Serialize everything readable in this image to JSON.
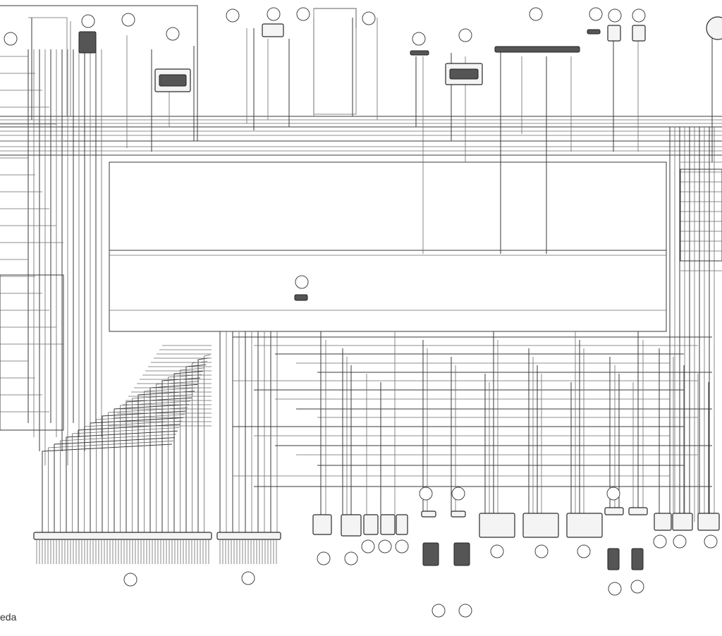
{
  "diagram": {
    "legend_text": "eda",
    "callouts": [
      {
        "id": "c-top-left",
        "label": ""
      },
      {
        "id": "c-top-2",
        "label": ""
      },
      {
        "id": "c-top-3",
        "label": ""
      },
      {
        "id": "c-top-4",
        "label": ""
      },
      {
        "id": "c-top-5",
        "label": ""
      },
      {
        "id": "c-top-6",
        "label": ""
      },
      {
        "id": "c-top-7",
        "label": ""
      },
      {
        "id": "c-top-8",
        "label": ""
      },
      {
        "id": "c-top-9",
        "label": ""
      },
      {
        "id": "c-top-10",
        "label": ""
      },
      {
        "id": "c-top-11",
        "label": ""
      },
      {
        "id": "c-top-12",
        "label": ""
      },
      {
        "id": "c-top-13",
        "label": ""
      },
      {
        "id": "c-top-14",
        "label": ""
      },
      {
        "id": "c-mid",
        "label": ""
      },
      {
        "id": "c-bottom-46",
        "label": ""
      },
      {
        "id": "c-bottom-47",
        "label": ""
      },
      {
        "id": "c-bottom-1",
        "label": ""
      },
      {
        "id": "c-bottom-2",
        "label": ""
      },
      {
        "id": "c-bottom-3",
        "label": ""
      },
      {
        "id": "c-bottom-4",
        "label": ""
      },
      {
        "id": "c-bottom-5",
        "label": ""
      },
      {
        "id": "c-bottom-6",
        "label": ""
      },
      {
        "id": "c-bottom-7",
        "label": ""
      },
      {
        "id": "c-bottom-8",
        "label": ""
      },
      {
        "id": "c-bottom-9",
        "label": ""
      },
      {
        "id": "c-bottom-10",
        "label": ""
      },
      {
        "id": "c-bottom-11",
        "label": ""
      },
      {
        "id": "c-bottom-12",
        "label": ""
      },
      {
        "id": "c-bottom-13",
        "label": ""
      },
      {
        "id": "c-bottom-14",
        "label": ""
      },
      {
        "id": "c-bottom-15",
        "label": ""
      },
      {
        "id": "c-bottom-16",
        "label": ""
      },
      {
        "id": "c-bottom-17",
        "label": ""
      },
      {
        "id": "c-bottom-18",
        "label": ""
      }
    ]
  }
}
